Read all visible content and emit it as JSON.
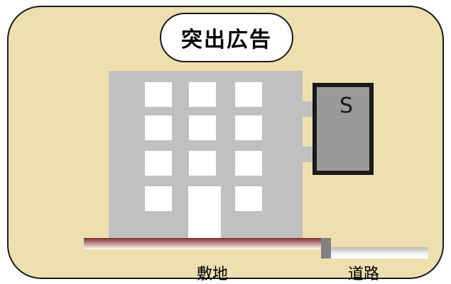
{
  "title": "突出広告",
  "sign_letter": "S",
  "labels": {
    "site": "敷地",
    "road": "道路"
  },
  "colors": {
    "panel_bg": "#ede0ae",
    "building": "#c0c0c0",
    "sign_fill": "#9a9a9a",
    "site_line": "#7a2e2e",
    "boundary": "#808080"
  }
}
